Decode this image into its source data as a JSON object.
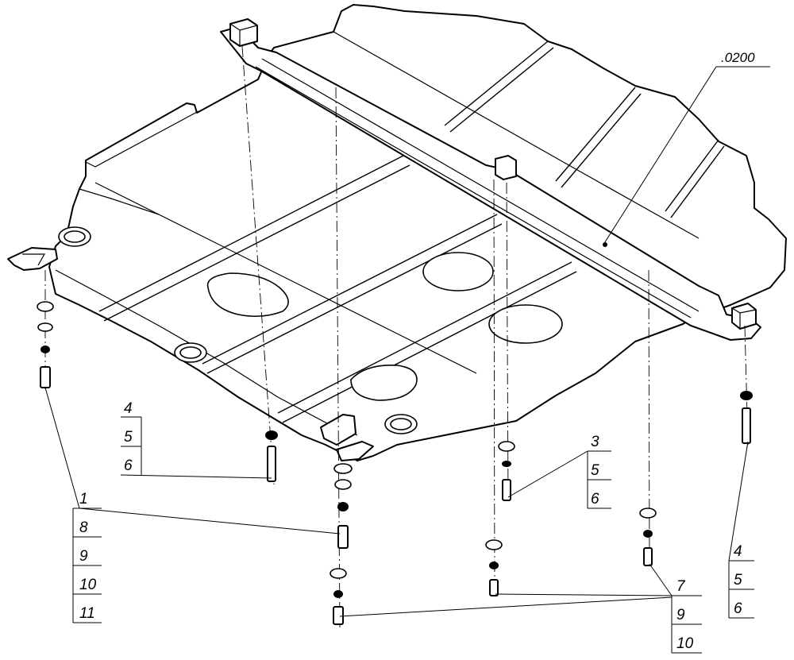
{
  "callouts": {
    "part_code": ".0200",
    "left_top": [
      "4",
      "5",
      "6"
    ],
    "left_big": [
      "1",
      "8",
      "9",
      "10",
      "11"
    ],
    "center_right": [
      "3",
      "5",
      "6"
    ],
    "far_right": [
      "4",
      "5",
      "6"
    ],
    "bottom_right": [
      "7",
      "9",
      "10"
    ]
  }
}
